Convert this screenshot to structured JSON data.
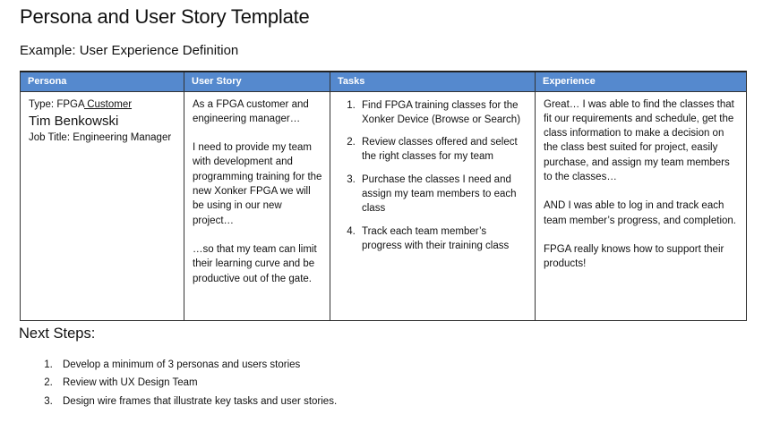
{
  "page": {
    "title": "Persona and User Story Template",
    "subtitle": "Example: User Experience Definition"
  },
  "table": {
    "headers": [
      "Persona",
      "User Story",
      "Tasks",
      "Experience"
    ],
    "persona": {
      "type_label": "Type: FPGA",
      "type_value": " Customer",
      "name": "Tim Benkowski",
      "job_title": "Job Title: Engineering Manager"
    },
    "user_story": {
      "p1": "As a FPGA customer and engineering manager…",
      "p2": "I need to provide my team with development and programming training for the new Xonker FPGA we will be using in our new project…",
      "p3": "…so that my team can limit their learning curve and be productive out of the gate."
    },
    "tasks": [
      "Find FPGA training classes for the Xonker Device (Browse or Search)",
      "Review classes offered and select the right classes for my team",
      "Purchase the classes I need and assign my team members to each class",
      "Track each team member’s progress with their training class"
    ],
    "experience": {
      "p1": "Great… I was able to find the classes that fit our requirements and schedule, get the class information to make a decision on the class best suited for project, easily purchase, and assign my team members to the classes…",
      "p2": "AND I was able to log in and track each team member’s progress, and completion.",
      "p3": "FPGA really knows how to support their products!"
    }
  },
  "next_steps": {
    "heading": "Next Steps:",
    "items": [
      "Develop a minimum of 3 personas and users stories",
      "Review with UX Design Team",
      "Design wire frames that illustrate key tasks and user stories."
    ]
  },
  "colors": {
    "header_bg": "#5589CE",
    "header_text": "#ffffff",
    "border": "#333333",
    "text": "#111111"
  }
}
